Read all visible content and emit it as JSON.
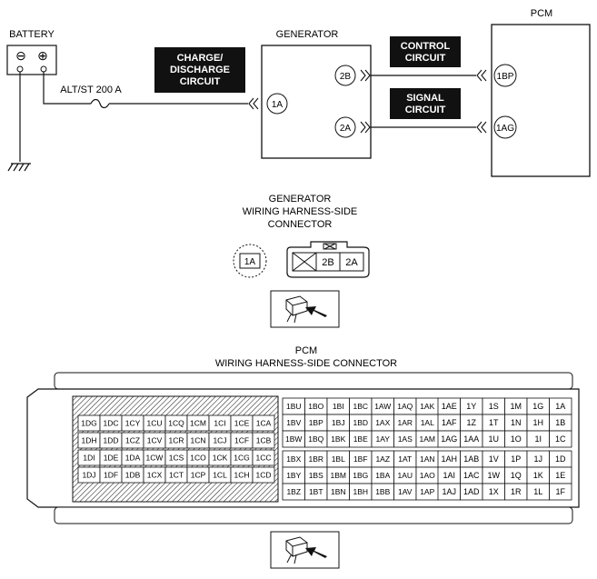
{
  "wiring": {
    "battery_label": "BATTERY",
    "battery_minus": "⊖",
    "battery_plus": "⊕",
    "fuse_label": "ALT/ST 200 A",
    "charge_box": [
      "CHARGE/",
      "DISCHARGE",
      "CIRCUIT"
    ],
    "generator_label": "GENERATOR",
    "pcm_label": "PCM",
    "control_box": [
      "CONTROL",
      "CIRCUIT"
    ],
    "signal_box": [
      "SIGNAL",
      "CIRCUIT"
    ],
    "pins": {
      "g1a": "1A",
      "g2b": "2B",
      "g2a": "2A",
      "p1bp": "1BP",
      "p1ag": "1AG"
    }
  },
  "gen_connector": {
    "title": [
      "GENERATOR",
      "WIRING HARNESS-SIDE",
      "CONNECTOR"
    ],
    "single": "1A",
    "pins": [
      "2B",
      "2A"
    ]
  },
  "pcm_connector": {
    "title": [
      "PCM",
      "WIRING HARNESS-SIDE CONNECTOR"
    ],
    "left_block": [
      [
        "1DG",
        "1DC",
        "1CY",
        "1CU",
        "1CQ",
        "1CM",
        "1CI",
        "1CE",
        "1CA"
      ],
      [
        "1DH",
        "1DD",
        "1CZ",
        "1CV",
        "1CR",
        "1CN",
        "1CJ",
        "1CF",
        "1CB"
      ],
      [
        "1DI",
        "1DE",
        "1DA",
        "1CW",
        "1CS",
        "1CO",
        "1CK",
        "1CG",
        "1CC"
      ],
      [
        "1DJ",
        "1DF",
        "1DB",
        "1CX",
        "1CT",
        "1CP",
        "1CL",
        "1CH",
        "1CD"
      ]
    ],
    "mid_block": [
      [
        "1BU",
        "1BO",
        "1BI",
        "1BC",
        "1AW",
        "1AQ",
        "1AK"
      ],
      [
        "1BV",
        "1BP",
        "1BJ",
        "1BD",
        "1AX",
        "1AR",
        "1AL"
      ],
      [
        "1BW",
        "1BQ",
        "1BK",
        "1BE",
        "1AY",
        "1AS",
        "1AM"
      ],
      [
        "1BX",
        "1BR",
        "1BL",
        "1BF",
        "1AZ",
        "1AT",
        "1AN"
      ],
      [
        "1BY",
        "1BS",
        "1BM",
        "1BG",
        "1BA",
        "1AU",
        "1AO"
      ],
      [
        "1BZ",
        "1BT",
        "1BN",
        "1BH",
        "1BB",
        "1AV",
        "1AP"
      ]
    ],
    "right_block": [
      [
        "1AE",
        "1Y",
        "1S",
        "1M",
        "1G",
        "1A"
      ],
      [
        "1AF",
        "1Z",
        "1T",
        "1N",
        "1H",
        "1B"
      ],
      [
        "1AG",
        "1AA",
        "1U",
        "1O",
        "1I",
        "1C"
      ],
      [
        "1AH",
        "1AB",
        "1V",
        "1P",
        "1J",
        "1D"
      ],
      [
        "1AI",
        "1AC",
        "1W",
        "1Q",
        "1K",
        "1E"
      ],
      [
        "1AJ",
        "1AD",
        "1X",
        "1R",
        "1L",
        "1F"
      ]
    ]
  }
}
